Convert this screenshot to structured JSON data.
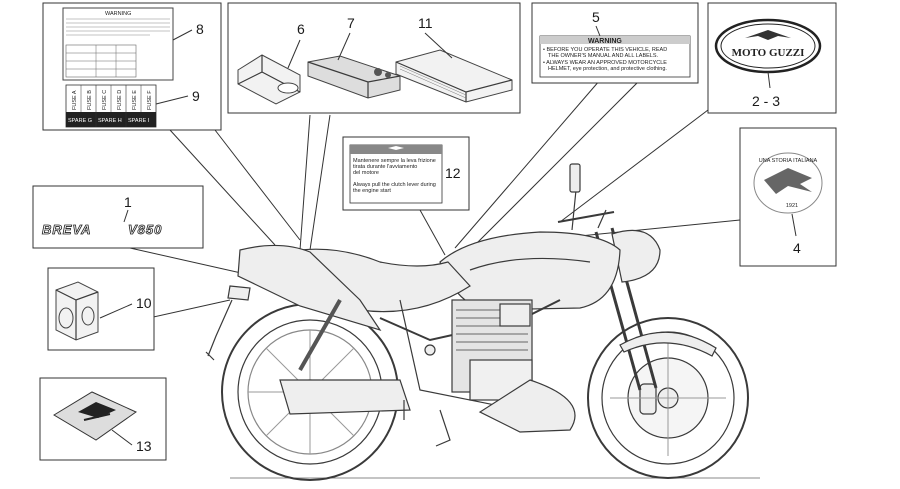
{
  "callouts": {
    "c1": "1",
    "c2_3": "2 - 3",
    "c4": "4",
    "c5": "5",
    "c6": "6",
    "c7": "7",
    "c8": "8",
    "c9": "9",
    "c10": "10",
    "c11": "11",
    "c12": "12",
    "c13": "13"
  },
  "decal_text": {
    "warning_header": "WARNING",
    "warning_line1": "• BEFORE YOU OPERATE THIS VEHICLE, READ",
    "warning_line2": "THE OWNER'S MANUAL AND ALL LABELS.",
    "warning_line3": "• ALWAYS WEAR AN APPROVED MOTORCYCLE",
    "warning_line4": "HELMET, eye protection, and protective clothing.",
    "brand_logo": "MOTO GUZZI",
    "model_breva": "BREVA",
    "model_v850": "V850",
    "clutch_it_1": "Mantenere sempre la leva frizione",
    "clutch_it_2": "tirata durante l'avviamento",
    "clutch_it_3": "del motore",
    "clutch_en_1": "Always pull the clutch lever during",
    "clutch_en_2": "the engine start",
    "fuse_a": "FUSE A",
    "fuse_b": "FUSE B",
    "fuse_c": "FUSE C",
    "fuse_d": "FUSE D",
    "fuse_e": "FUSE E",
    "fuse_f": "FUSE F",
    "spare_g": "SPARE G",
    "spare_h": "SPARE H",
    "spare_i": "SPARE I",
    "tank_badge": "UNA STORIA ITALIANA",
    "tank_year": "1921",
    "label8_header": "WARNING"
  }
}
